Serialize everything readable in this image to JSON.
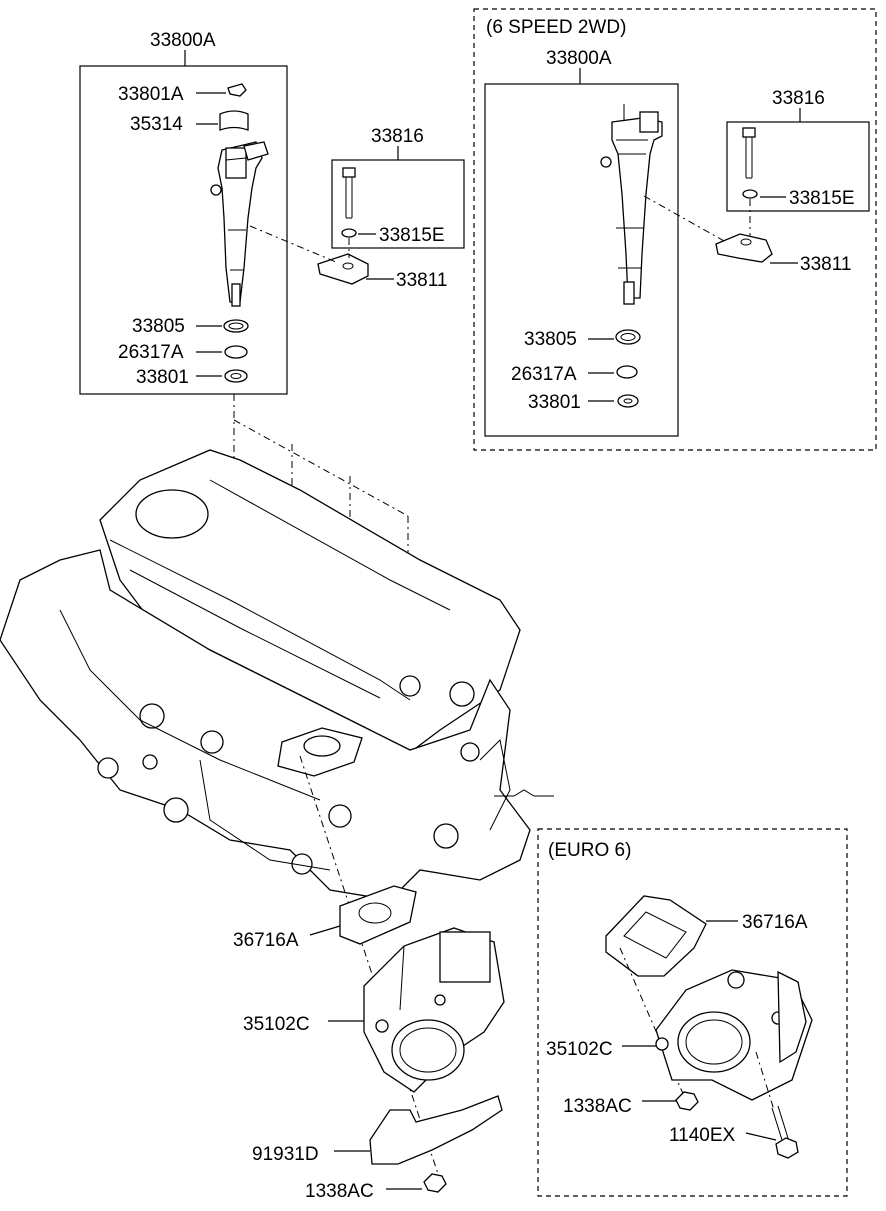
{
  "groups": {
    "six_speed": "(6 SPEED 2WD)",
    "euro6": "(EURO 6)"
  },
  "left_injector": {
    "assembly": "33800A",
    "clip": "33801A",
    "holder": "35314",
    "washer": "33805",
    "oring": "26317A",
    "seal": "33801",
    "bolt_set": "33816",
    "washer_e": "33815E",
    "clamp": "33811"
  },
  "right_injector": {
    "assembly": "33800A",
    "washer": "33805",
    "oring": "26317A",
    "seal": "33801",
    "bolt_set": "33816",
    "washer_e": "33815E",
    "clamp": "33811"
  },
  "throttle_left": {
    "gasket": "36716A",
    "body": "35102C",
    "bracket": "91931D",
    "nut": "1338AC"
  },
  "throttle_euro6": {
    "gasket": "36716A",
    "body": "35102C",
    "nut": "1338AC",
    "bolt": "1140EX"
  }
}
